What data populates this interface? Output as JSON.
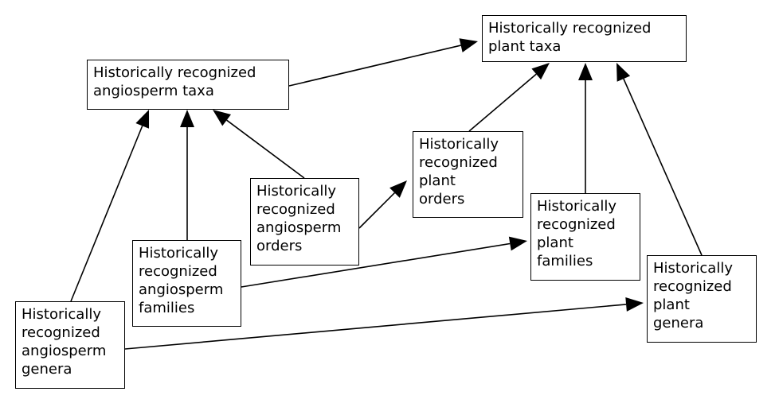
{
  "diagram": {
    "nodes": [
      {
        "id": "plant_taxa",
        "label": "Historically recognized\nplant taxa"
      },
      {
        "id": "angio_taxa",
        "label": "Historically recognized\nangiosperm taxa"
      },
      {
        "id": "plant_orders",
        "label": "Historically\nrecognized\nplant\norders"
      },
      {
        "id": "angio_orders",
        "label": "Historically\nrecognized\nangiosperm\norders"
      },
      {
        "id": "plant_families",
        "label": "Historically\nrecognized\nplant\nfamilies"
      },
      {
        "id": "angio_families",
        "label": "Historically\nrecognized\nangiosperm\nfamilies"
      },
      {
        "id": "plant_genera",
        "label": "Historically\nrecognized\nplant\ngenera"
      },
      {
        "id": "angio_genera",
        "label": "Historically\nrecognized\nangiosperm\ngenera"
      }
    ],
    "edges": [
      {
        "from": "angio_taxa",
        "to": "plant_taxa"
      },
      {
        "from": "plant_orders",
        "to": "plant_taxa"
      },
      {
        "from": "plant_families",
        "to": "plant_taxa"
      },
      {
        "from": "plant_genera",
        "to": "plant_taxa"
      },
      {
        "from": "angio_orders",
        "to": "angio_taxa"
      },
      {
        "from": "angio_families",
        "to": "angio_taxa"
      },
      {
        "from": "angio_genera",
        "to": "angio_taxa"
      },
      {
        "from": "angio_orders",
        "to": "plant_orders"
      },
      {
        "from": "angio_families",
        "to": "plant_families"
      },
      {
        "from": "angio_genera",
        "to": "plant_genera"
      }
    ]
  }
}
